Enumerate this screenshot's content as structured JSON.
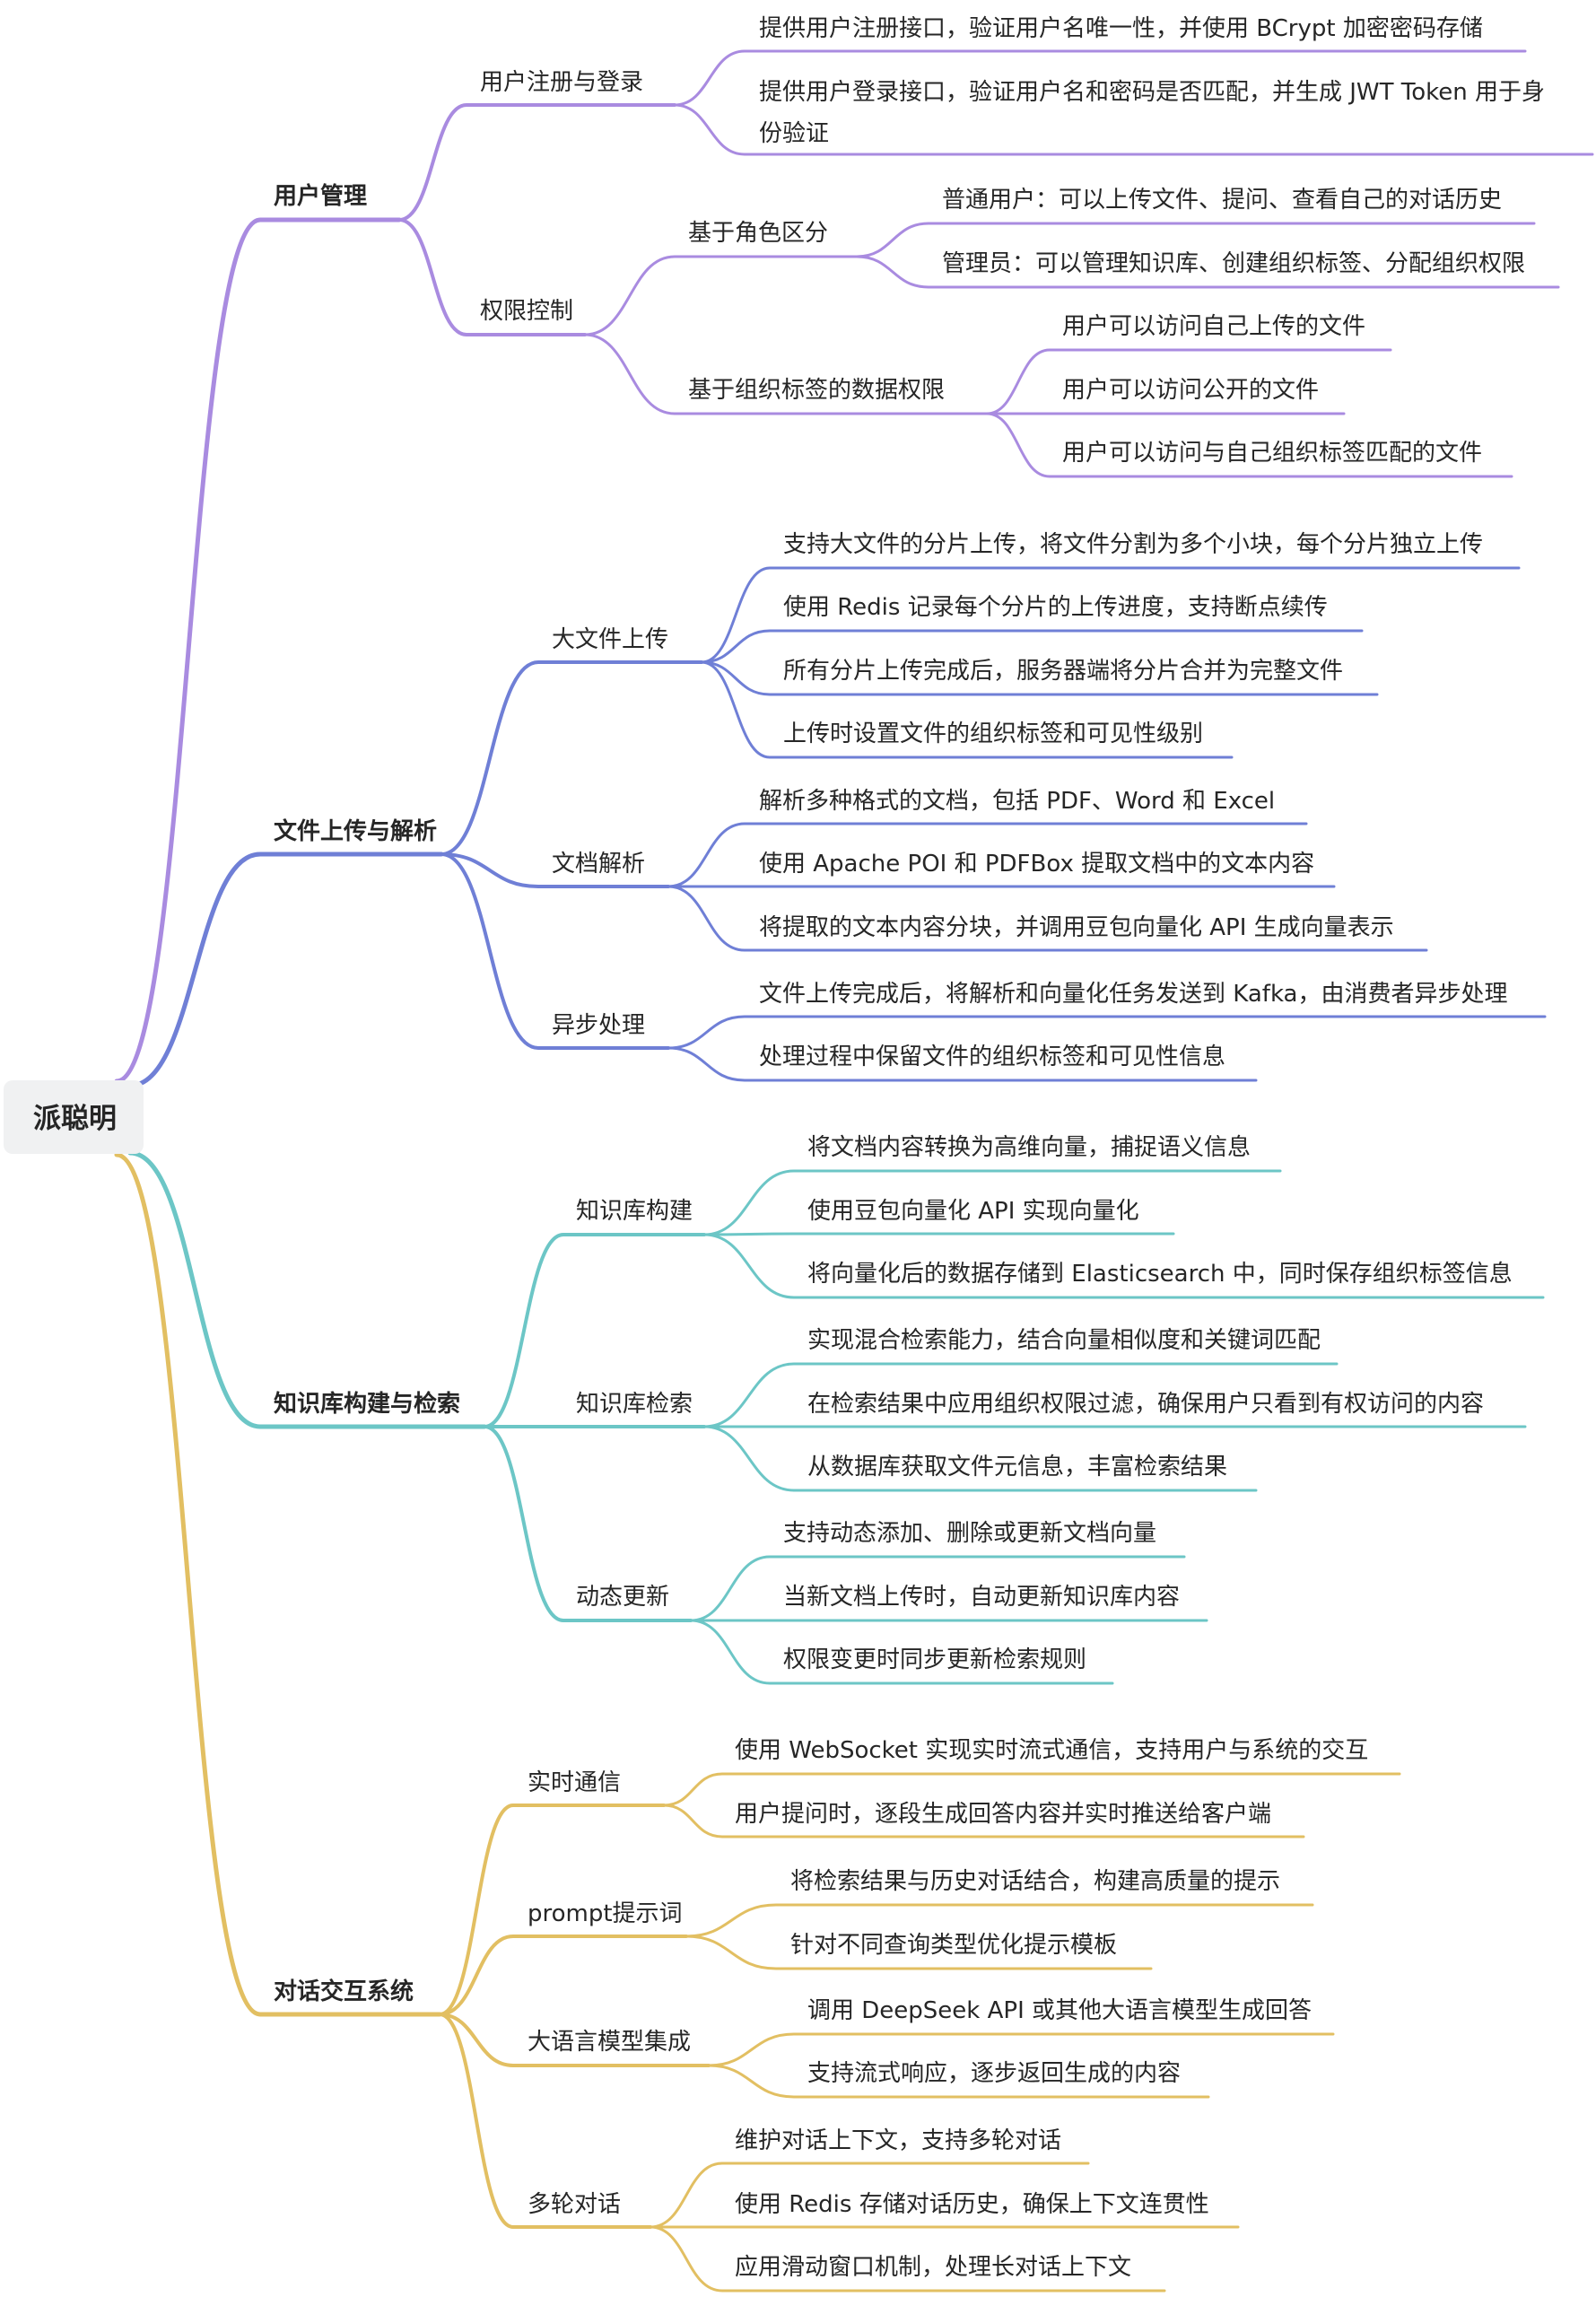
{
  "root": {
    "label": "派聪明"
  },
  "colors": {
    "user": "#a98be0",
    "file": "#6f7fd6",
    "kb": "#6cc6c6",
    "chat": "#e2bf62",
    "root_bg": "#f0f1f2"
  },
  "branches": [
    {
      "label": "用户管理",
      "color_key": "user",
      "children": [
        {
          "label": "用户注册与登录",
          "children": [
            {
              "label": "提供用户注册接口，验证用户名唯一性，并使用 BCrypt 加密密码存储"
            },
            {
              "label": "提供用户登录接口，验证用户名和密码是否匹配，并生成 JWT Token 用于身",
              "cont": "份验证"
            }
          ]
        },
        {
          "label": "权限控制",
          "children": [
            {
              "label": "基于角色区分",
              "children": [
                {
                  "label": "普通用户：可以上传文件、提问、查看自己的对话历史"
                },
                {
                  "label": "管理员：可以管理知识库、创建组织标签、分配组织权限"
                }
              ]
            },
            {
              "label": "基于组织标签的数据权限",
              "children": [
                {
                  "label": "用户可以访问自己上传的文件"
                },
                {
                  "label": "用户可以访问公开的文件"
                },
                {
                  "label": "用户可以访问与自己组织标签匹配的文件"
                }
              ]
            }
          ]
        }
      ]
    },
    {
      "label": "文件上传与解析",
      "color_key": "file",
      "children": [
        {
          "label": "大文件上传",
          "children": [
            {
              "label": "支持大文件的分片上传，将文件分割为多个小块，每个分片独立上传"
            },
            {
              "label": "使用 Redis 记录每个分片的上传进度，支持断点续传"
            },
            {
              "label": "所有分片上传完成后，服务器端将分片合并为完整文件"
            },
            {
              "label": "上传时设置文件的组织标签和可见性级别"
            }
          ]
        },
        {
          "label": "文档解析",
          "children": [
            {
              "label": "解析多种格式的文档，包括 PDF、Word 和 Excel"
            },
            {
              "label": "使用 Apache POI 和 PDFBox 提取文档中的文本内容"
            },
            {
              "label": "将提取的文本内容分块，并调用豆包向量化 API 生成向量表示"
            }
          ]
        },
        {
          "label": "异步处理",
          "children": [
            {
              "label": "文件上传完成后，将解析和向量化任务发送到 Kafka，由消费者异步处理"
            },
            {
              "label": "处理过程中保留文件的组织标签和可见性信息"
            }
          ]
        }
      ]
    },
    {
      "label": "知识库构建与检索",
      "color_key": "kb",
      "children": [
        {
          "label": "知识库构建",
          "children": [
            {
              "label": "将文档内容转换为高维向量，捕捉语义信息"
            },
            {
              "label": "使用豆包向量化 API 实现向量化"
            },
            {
              "label": "将向量化后的数据存储到 Elasticsearch 中，同时保存组织标签信息"
            }
          ]
        },
        {
          "label": "知识库检索",
          "children": [
            {
              "label": "实现混合检索能力，结合向量相似度和关键词匹配"
            },
            {
              "label": "在检索结果中应用组织权限过滤，确保用户只看到有权访问的内容"
            },
            {
              "label": "从数据库获取文件元信息，丰富检索结果"
            }
          ]
        },
        {
          "label": "动态更新",
          "children": [
            {
              "label": "支持动态添加、删除或更新文档向量"
            },
            {
              "label": "当新文档上传时，自动更新知识库内容"
            },
            {
              "label": "权限变更时同步更新检索规则"
            }
          ]
        }
      ]
    },
    {
      "label": "对话交互系统",
      "color_key": "chat",
      "children": [
        {
          "label": "实时通信",
          "children": [
            {
              "label": "使用 WebSocket 实现实时流式通信，支持用户与系统的交互"
            },
            {
              "label": "用户提问时，逐段生成回答内容并实时推送给客户端"
            }
          ]
        },
        {
          "label": "prompt提示词",
          "children": [
            {
              "label": "将检索结果与历史对话结合，构建高质量的提示"
            },
            {
              "label": "针对不同查询类型优化提示模板"
            }
          ]
        },
        {
          "label": "大语言模型集成",
          "children": [
            {
              "label": "调用 DeepSeek API 或其他大语言模型生成回答"
            },
            {
              "label": "支持流式响应，逐步返回生成的内容"
            }
          ]
        },
        {
          "label": "多轮对话",
          "children": [
            {
              "label": "维护对话上下文，支持多轮对话"
            },
            {
              "label": "使用 Redis 存储对话历史，确保上下文连贯性"
            },
            {
              "label": "应用滑动窗口机制，处理长对话上下文"
            }
          ]
        }
      ]
    }
  ]
}
